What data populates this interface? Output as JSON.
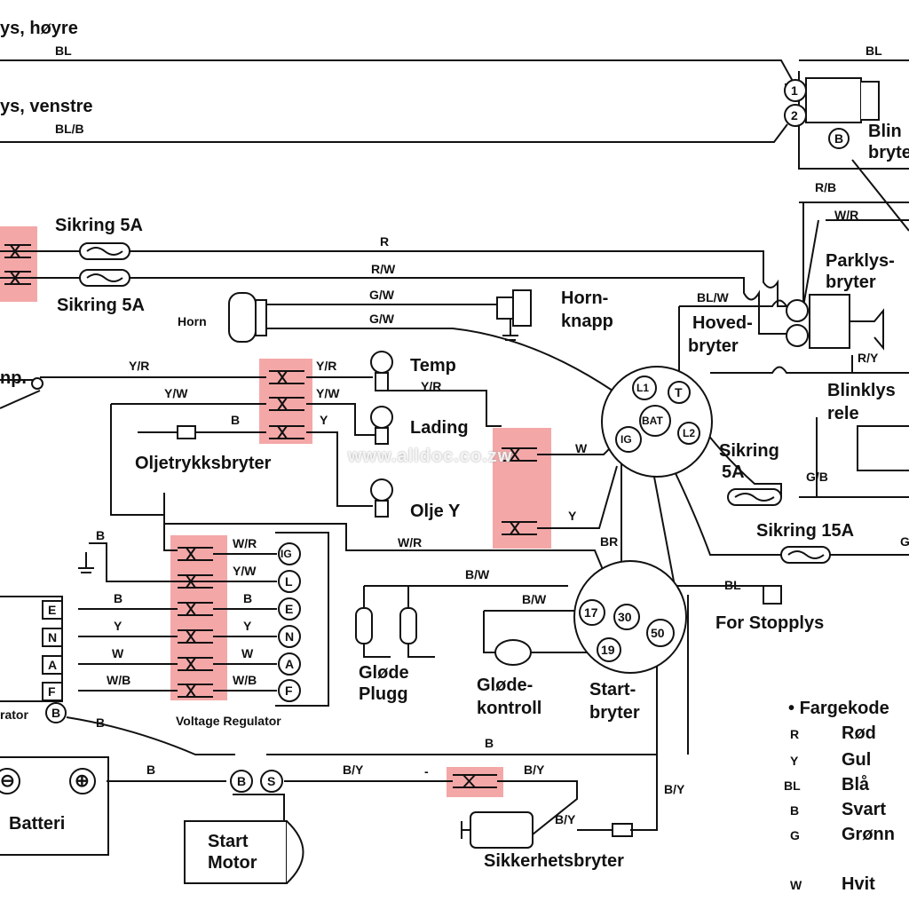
{
  "labels": {
    "parkl_hoyre": "ys, høyre",
    "parkl_venstre": "ys, venstre",
    "sikring1": "Sikring 5A",
    "sikring2": "Sikring 5A",
    "horn": "Horn",
    "hornknapp1": "Horn-",
    "hornknapp2": "knapp",
    "temp": "Temp",
    "lading": "Lading",
    "olje": "Olje Y",
    "oljetrykk": "Oljetrykksbryter",
    "temp_sensor": "np.",
    "blink1": "Blin",
    "blink2": "bryte",
    "parklys1": "Parklys-",
    "parklys2": "bryter",
    "hoved1": "Hoved-",
    "hoved2": "bryter",
    "blinklysrele1": "Blinklys",
    "blinklysrele2": "rele",
    "sikring5a_r1": "Sikring",
    "sikring5a_r2": "5A",
    "sikring15a": "Sikring 15A",
    "for_stopplys": "For Stopplys",
    "glode_plugg1": "Gløde",
    "glode_plugg2": "Plugg",
    "glode_kontroll1": "Gløde-",
    "glode_kontroll2": "kontroll",
    "start_bryter1": "Start-",
    "start_bryter2": "bryter",
    "voltage_regulator": "Voltage Regulator",
    "generator": "rator",
    "batteri": "Batteri",
    "start_motor1": "Start",
    "start_motor2": "Motor",
    "sikkerhet": "Sikkerhetsbryter",
    "watermark": "www.alldoc.co.zw"
  },
  "terminals": {
    "L1": "L1",
    "T": "T",
    "BAT": "BAT",
    "L2": "L2",
    "IG": "IG",
    "s17": "17",
    "s30": "30",
    "s19": "19",
    "s50": "50",
    "vr": [
      "IG",
      "L",
      "E",
      "N",
      "A",
      "F"
    ],
    "gen": [
      "E",
      "N",
      "A",
      "F"
    ],
    "gen_b": "B",
    "motor_b": "B",
    "motor_s": "S",
    "sw1": "1",
    "sw2": "2",
    "swb": "B",
    "minus": "⊖",
    "plus": "⊕"
  },
  "wires": {
    "bl_top": "BL",
    "bl_b": "BL/B",
    "bl_right": "BL",
    "r_main": "R",
    "rw_main": "R/W",
    "gw1": "G/W",
    "gw2": "G/W",
    "yr_left": "Y/R",
    "yr_temp": "Y/R",
    "yr_lower": "Y/R",
    "yw_left": "Y/W",
    "yw_right": "Y/W",
    "b_oil": "B",
    "y_oil": "Y",
    "w_ig": "W",
    "y_low": "Y",
    "rb": "R/B",
    "wr_top": "W/R",
    "blw": "BL/W",
    "ry": "R/Y",
    "gb": "G/B",
    "g_right": "G",
    "wr_mid": "W/R",
    "br": "BR",
    "bw": "B/W",
    "bw2": "B/W",
    "bl_stop": "BL",
    "b_earth": "B",
    "vr_wr": "W/R",
    "vr_yw": "Y/W",
    "vr_b": "B",
    "vr_y": "Y",
    "vr_w": "W",
    "vr_wb": "W/B",
    "gen_b": "B",
    "gen_y": "Y",
    "gen_w": "W",
    "gen_wb": "W/B",
    "b_lower": "B",
    "b_motor": "B",
    "b_long": "B",
    "by1": "B/Y",
    "by2": "B/Y",
    "by3": "B/Y",
    "by4": "B/Y",
    "dash": "-"
  },
  "legend": {
    "title": "Fargekode",
    "items": [
      {
        "code": "R",
        "name": "Rød"
      },
      {
        "code": "Y",
        "name": "Gul"
      },
      {
        "code": "BL",
        "name": "Blå"
      },
      {
        "code": "B",
        "name": "Svart"
      },
      {
        "code": "G",
        "name": "Grønn"
      },
      {
        "code": "W",
        "name": "Hvit"
      }
    ]
  },
  "colors": {
    "highlight": "#f4a7a7",
    "ink": "#111111"
  }
}
